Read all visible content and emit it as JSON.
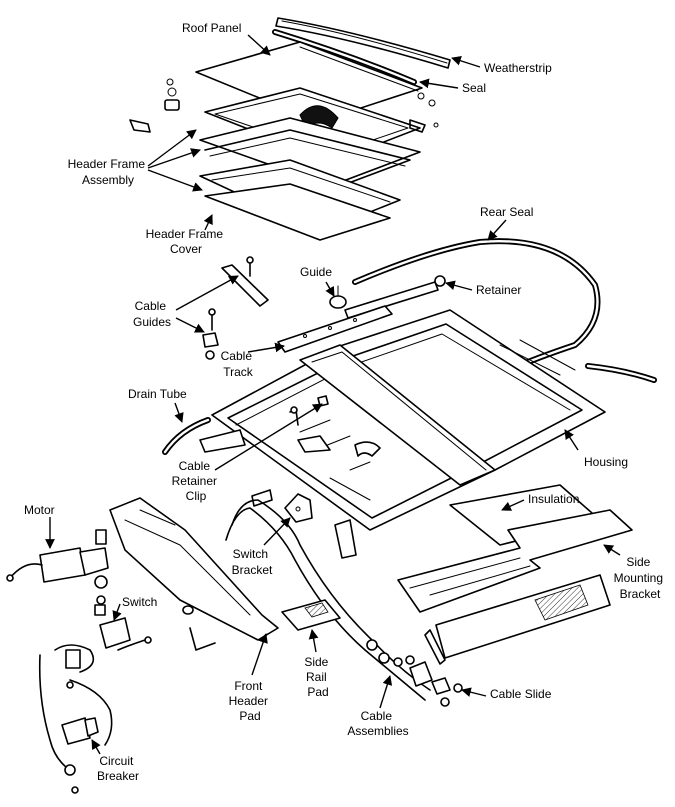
{
  "labels": {
    "roof_panel": "Roof Panel",
    "weatherstrip": "Weatherstrip",
    "seal": "Seal",
    "header_frame_assembly": [
      "Header Frame",
      "Assembly"
    ],
    "header_frame_cover": [
      "Header Frame",
      "Cover"
    ],
    "rear_seal": "Rear Seal",
    "guide": "Guide",
    "retainer": "Retainer",
    "cable_guides": [
      "Cable",
      "Guides"
    ],
    "cable_track": [
      "Cable",
      "Track"
    ],
    "drain_tube": "Drain Tube",
    "housing": "Housing",
    "cable_retainer_clip": [
      "Cable",
      "Retainer",
      "Clip"
    ],
    "insulation": "Insulation",
    "motor": "Motor",
    "switch_bracket": [
      "Switch",
      "Bracket"
    ],
    "side_mounting_bracket": [
      "Side",
      "Mounting",
      "Bracket"
    ],
    "switch": "Switch",
    "side_rail_pad": [
      "Side",
      "Rail",
      "Pad"
    ],
    "front_header_pad": [
      "Front",
      "Header",
      "Pad"
    ],
    "cable_slide": "Cable Slide",
    "cable_assemblies": [
      "Cable",
      "Assemblies"
    ],
    "circuit_breaker": [
      "Circuit",
      "Breaker"
    ]
  }
}
